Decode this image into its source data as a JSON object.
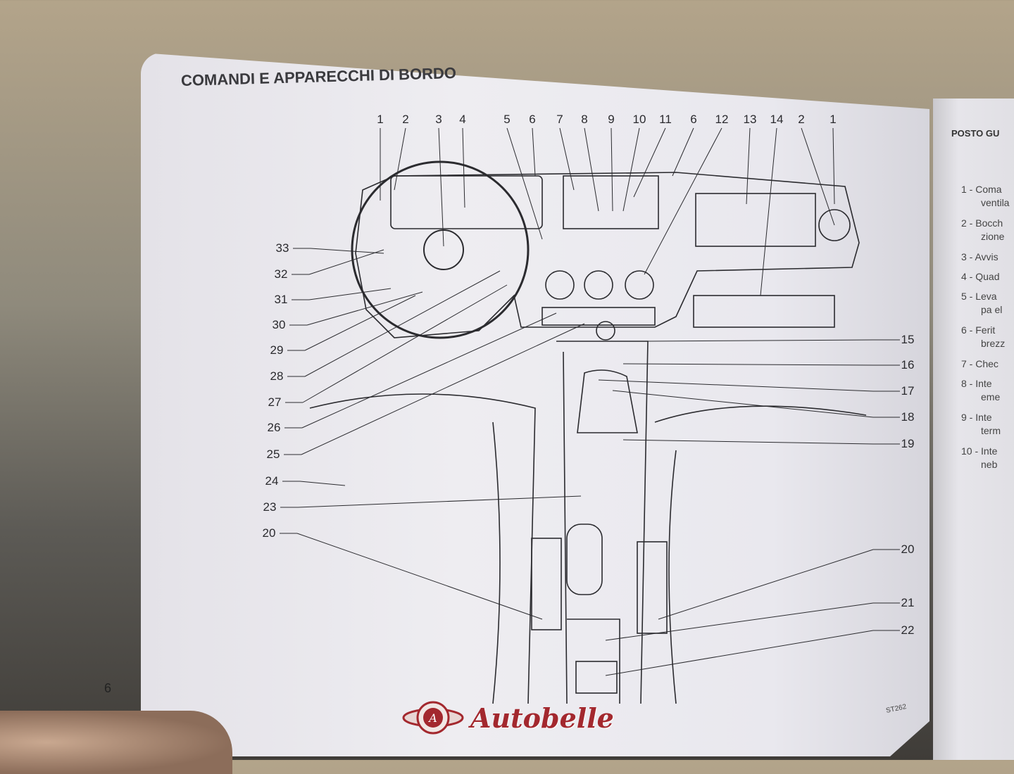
{
  "page": {
    "title": "COMANDI E APPARECCHI DI BORDO",
    "page_number": "6",
    "figure_code": "ST262"
  },
  "callouts": {
    "top": [
      "1",
      "2",
      "3",
      "4",
      "5",
      "6",
      "7",
      "8",
      "9",
      "10",
      "11",
      "6",
      "12",
      "13",
      "14",
      "2",
      "1"
    ],
    "left": [
      "33",
      "32",
      "31",
      "30",
      "29",
      "28",
      "27",
      "26",
      "25",
      "24",
      "23",
      "20"
    ],
    "right": [
      "15",
      "16",
      "17",
      "18",
      "19",
      "20",
      "21",
      "22"
    ]
  },
  "right_page": {
    "heading": "POSTO GU",
    "items": [
      {
        "n": "1 -",
        "text": "Coma",
        "sub": "ventila"
      },
      {
        "n": "2 -",
        "text": "Bocch",
        "sub": "zione"
      },
      {
        "n": "3 -",
        "text": "Avvis",
        "sub": ""
      },
      {
        "n": "4 -",
        "text": "Quad",
        "sub": ""
      },
      {
        "n": "5 -",
        "text": "Leva",
        "sub": "pa el"
      },
      {
        "n": "6 -",
        "text": "Ferit",
        "sub": "brezz"
      },
      {
        "n": "7 -",
        "text": "Chec",
        "sub": ""
      },
      {
        "n": "8 -",
        "text": "Inte",
        "sub": "eme"
      },
      {
        "n": "9 -",
        "text": "Inte",
        "sub": "term"
      },
      {
        "n": "10 -",
        "text": "Inte",
        "sub": "neb"
      }
    ]
  },
  "watermark": {
    "text": "Autobelle",
    "logo_letter": "A",
    "color": "#a3282e"
  }
}
